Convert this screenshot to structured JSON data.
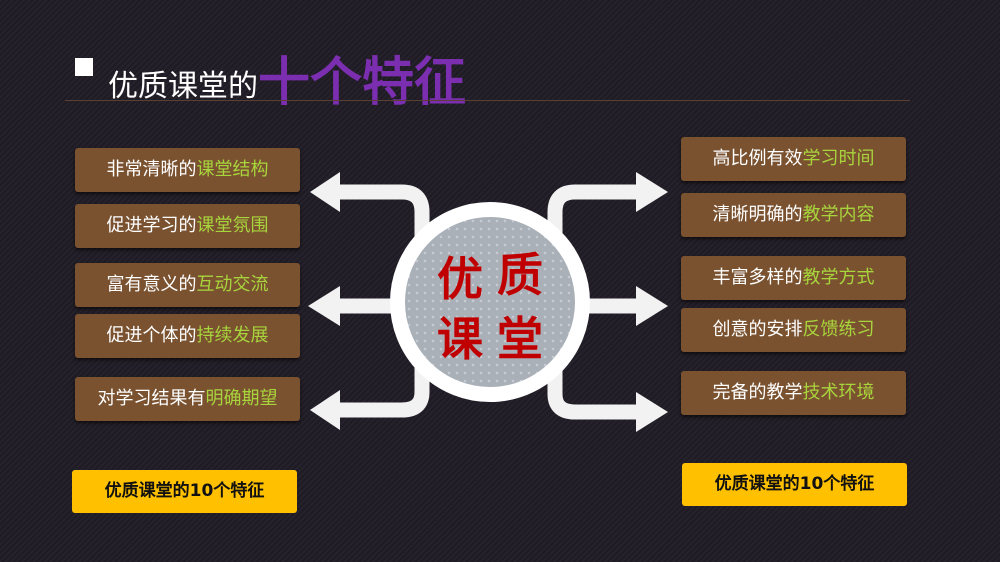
{
  "title": {
    "prefix": "优质课堂的",
    "emphasis": "十个特征"
  },
  "center": {
    "chars": [
      "优",
      "质",
      "课",
      "堂"
    ]
  },
  "left_items": [
    {
      "plain": "非常清晰的",
      "highlight": "课堂结构"
    },
    {
      "plain": "促进学习的",
      "highlight": "课堂氛围"
    },
    {
      "plain": "富有意义的",
      "highlight": "互动交流"
    },
    {
      "plain": "促进个体的",
      "highlight": "持续发展"
    },
    {
      "plain": "对学习结果有",
      "highlight": "明确期望"
    }
  ],
  "right_items": [
    {
      "plain": "高比例有效",
      "highlight": "学习时间"
    },
    {
      "plain": "清晰明确的",
      "highlight": "教学内容"
    },
    {
      "plain": "丰富多样的",
      "highlight": "教学方式"
    },
    {
      "plain": "创意的安排",
      "highlight": "反馈练习"
    },
    {
      "plain": "完备的教学",
      "highlight": "技术环境"
    }
  ],
  "left_button": "优质课堂的10个特征",
  "right_button": "优质课堂的10个特征"
}
